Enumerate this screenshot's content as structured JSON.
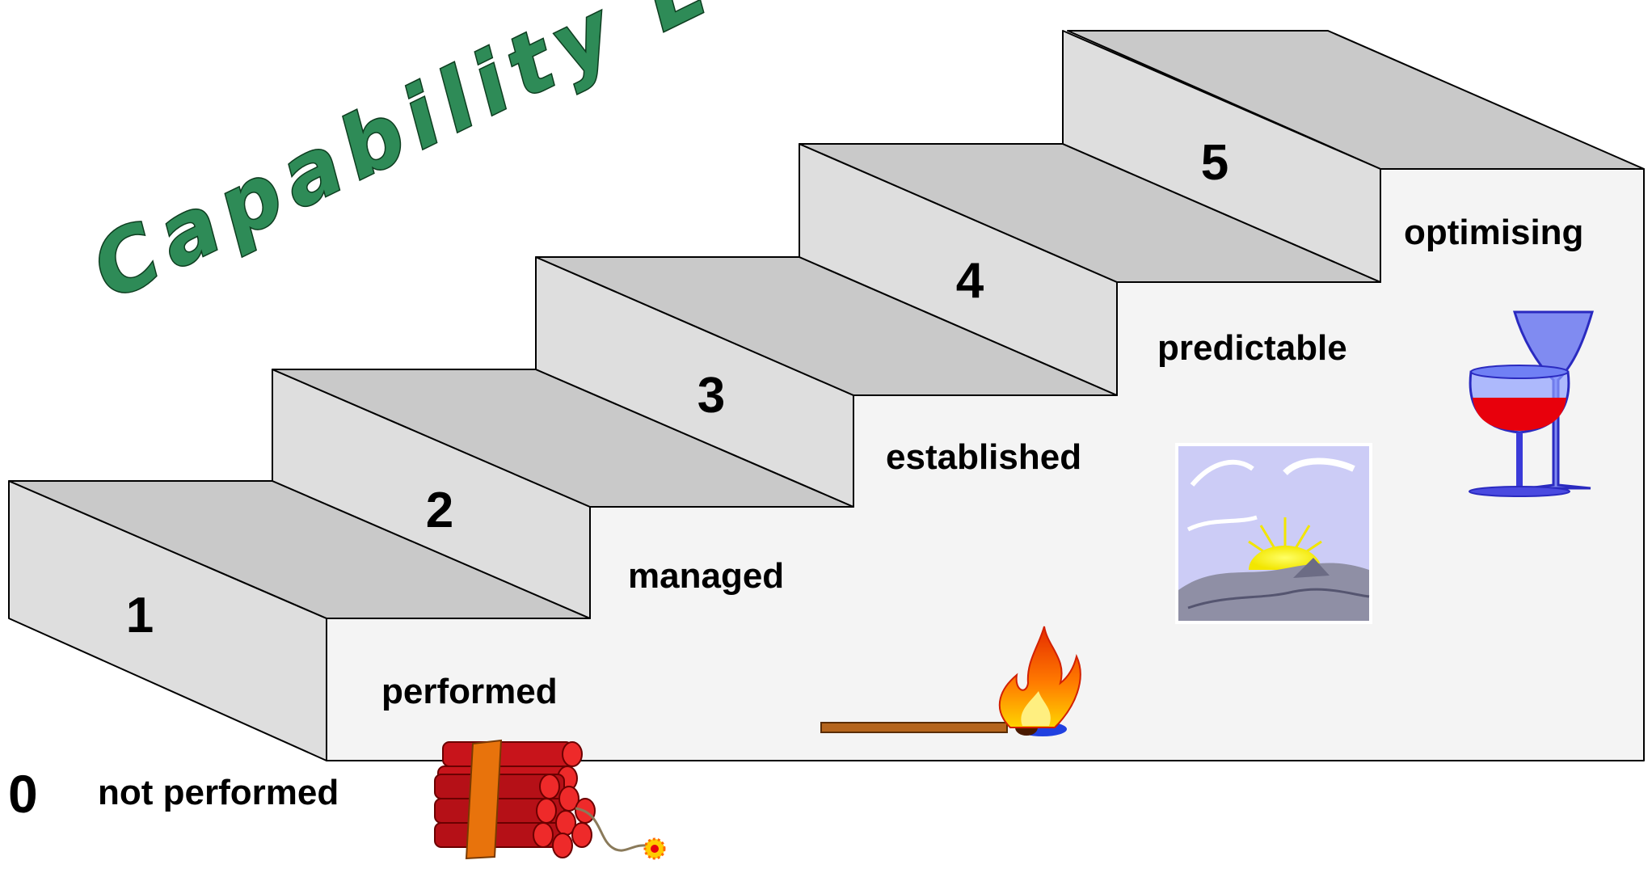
{
  "title": "Capability Levels",
  "colors": {
    "title": "#2e8b57",
    "riser": "#f4f4f4",
    "tread": "#cccccc",
    "step_face": "#dcdcdc",
    "outline": "#000000"
  },
  "levels": [
    {
      "number": "0",
      "label": "not performed",
      "icon": "dynamite-icon"
    },
    {
      "number": "1",
      "label": "performed",
      "icon": ""
    },
    {
      "number": "2",
      "label": "managed",
      "icon": ""
    },
    {
      "number": "3",
      "label": "established",
      "icon": "lit-match-icon"
    },
    {
      "number": "4",
      "label": "predictable",
      "icon": "sunrise-landscape-icon"
    },
    {
      "number": "5",
      "label": "optimising",
      "icon": "wine-glasses-icon"
    }
  ]
}
